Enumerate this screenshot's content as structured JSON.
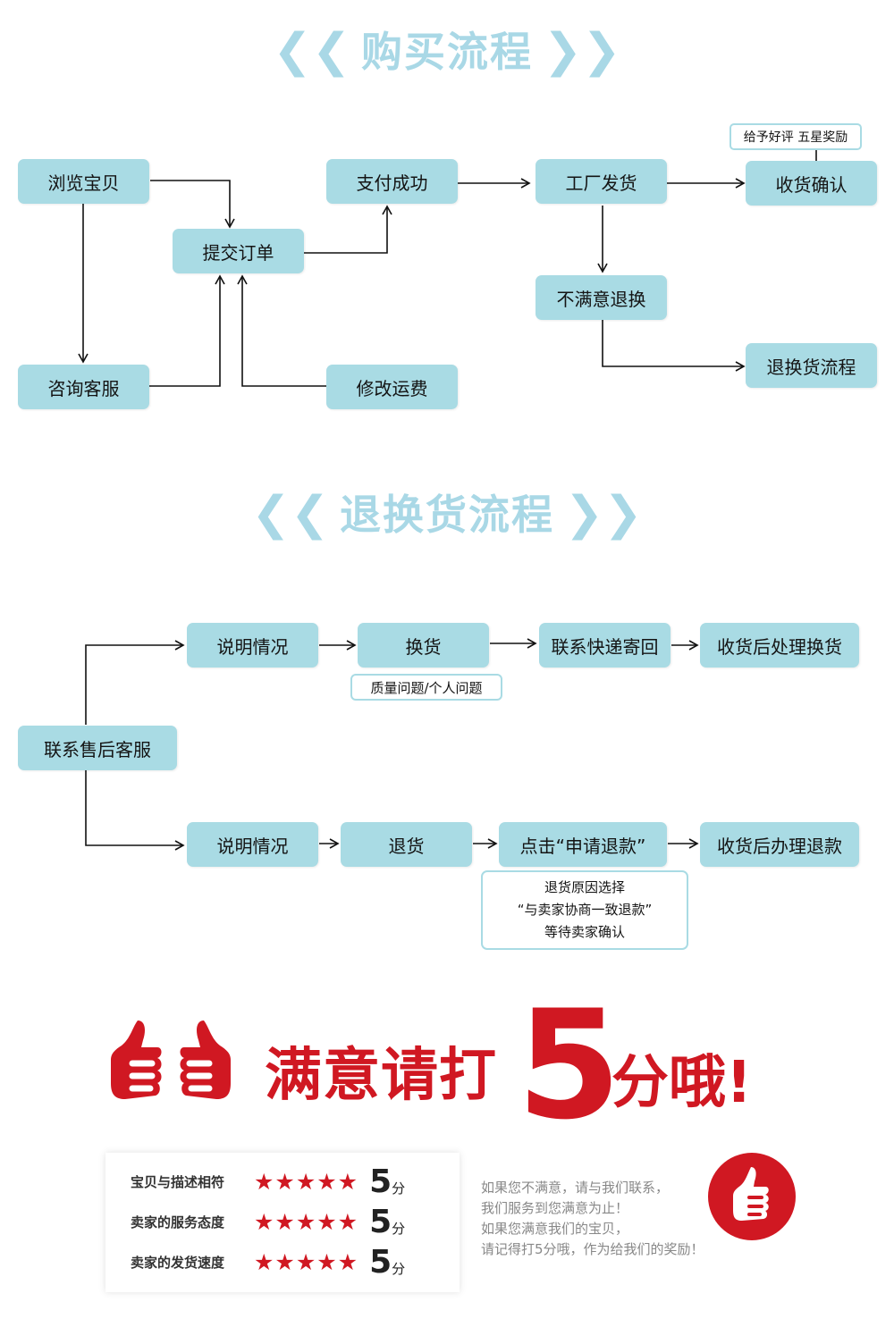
{
  "section1": {
    "title": "购买流程",
    "left_chevrons": "❮❮",
    "right_chevrons": "❯❯",
    "nodes": {
      "browse": "浏览宝贝",
      "submit_order": "提交订单",
      "pay_success": "支付成功",
      "factory_ship": "工厂发货",
      "receive_confirm": "收货确认",
      "consult": "咨询客服",
      "modify_fee": "修改运费",
      "unsatisfied": "不满意退换",
      "return_process": "退换货流程"
    },
    "note_five_star": "给予好评 五星奖励"
  },
  "section2": {
    "title": "退换货流程",
    "left_chevrons": "❮❮",
    "right_chevrons": "❯❯",
    "contact": "联系售后客服",
    "exchange_row": {
      "explain": "说明情况",
      "exchange": "换货",
      "contact_courier": "联系快递寄回",
      "after_receive": "收货后处理换货",
      "note": "质量问题/个人问题"
    },
    "refund_row": {
      "explain": "说明情况",
      "return": "退货",
      "apply_refund": "点击“申请退款”",
      "after_receive": "收货后办理退款",
      "note_lines": [
        "退货原因选择",
        "“与卖家协商一致退款”",
        "等待卖家确认"
      ]
    }
  },
  "banner": {
    "headline_part1": "满意请打",
    "headline_number": "5",
    "headline_part2": "分哦!",
    "ratings": [
      {
        "label": "宝贝与描述相符",
        "stars": 5,
        "score": "5",
        "unit": "分"
      },
      {
        "label": "卖家的服务态度",
        "stars": 5,
        "score": "5",
        "unit": "分"
      },
      {
        "label": "卖家的发货速度",
        "stars": 5,
        "score": "5",
        "unit": "分"
      }
    ],
    "message_lines": [
      "如果您不满意，请与我们联系，",
      "我们服务到您满意为止！",
      "如果您满意我们的宝贝，",
      "请记得打5分哦，作为给我们的奖励！"
    ],
    "accent_color": "#d01822"
  },
  "colors": {
    "box_fill": "#a9dbe4",
    "title_color": "#a9d8e6"
  }
}
